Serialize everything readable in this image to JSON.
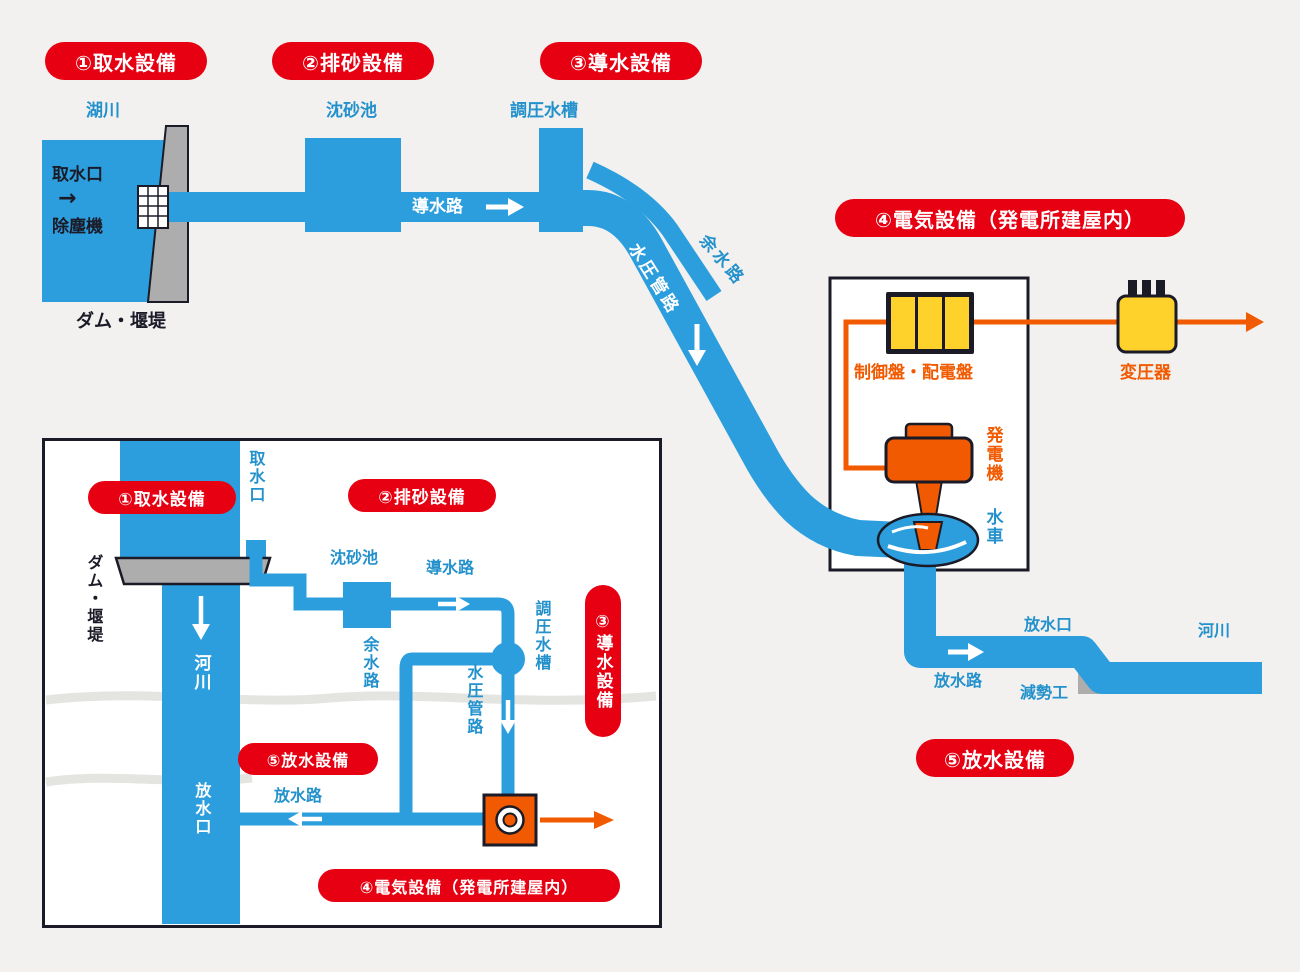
{
  "colors": {
    "water_blue": "#2C9EDD",
    "badge_red": "#E60012",
    "accent_orange": "#F15A00",
    "panel_yellow": "#FFD12B",
    "outline_dark": "#1B1B28",
    "background": "#F2F1EF"
  },
  "top_diagram": {
    "badges": {
      "intake": "①取水設備",
      "sand_removal": "②排砂設備",
      "conveyance": "③導水設備",
      "electrical": "④電気設備（発電所建屋内）",
      "discharge": "⑤放水設備"
    },
    "labels": {
      "lake_river": "湖川",
      "intake_port": "取水口",
      "flow_arrow": "→",
      "trash_remover": "除塵機",
      "dam_weir": "ダム・堰堤",
      "settling_basin": "沈砂池",
      "headrace": "導水路",
      "surge_tank": "調圧水槽",
      "spillway": "余水路",
      "penstock": "水圧管路",
      "control_panel": "制御盤・配電盤",
      "transformer": "変圧器",
      "generator": "発電機",
      "turbine": "水車",
      "outlet": "放水口",
      "tailrace": "放水路",
      "dissipator": "減勢工",
      "river": "河川"
    }
  },
  "plan_view": {
    "badges": {
      "intake": "①取水設備",
      "sand_removal": "②排砂設備",
      "conveyance": "③導水設備",
      "discharge": "⑤放水設備",
      "electrical": "④電気設備（発電所建屋内）"
    },
    "labels": {
      "intake_port": "取水口",
      "dam_weir": "ダム・堰堤",
      "river": "河川",
      "settling_basin": "沈砂池",
      "headrace": "導水路",
      "surge_tank": "調圧水槽",
      "spillway": "余水路",
      "penstock": "水圧管路",
      "tailrace": "放水路",
      "outlet": "放水口"
    }
  }
}
